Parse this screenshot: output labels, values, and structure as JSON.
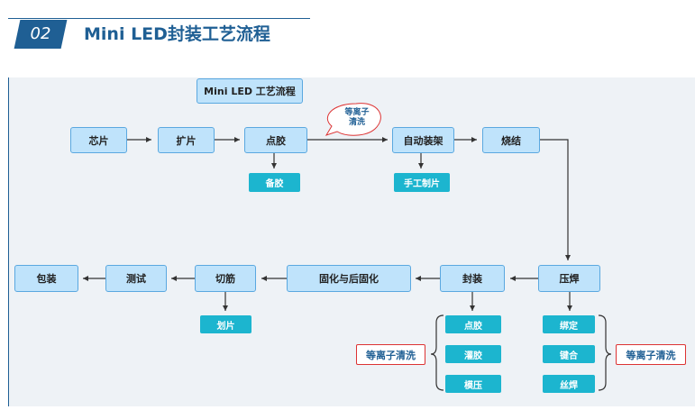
{
  "header": {
    "number": "02",
    "title": "Mini LED封装工艺流程"
  },
  "diagram": {
    "title": "Mini LED 工艺流程",
    "steps": [
      "芯片",
      "扩片",
      "点胶",
      "自动装架",
      "烧结",
      "压焊",
      "封装",
      "固化与后固化",
      "切筋",
      "测试",
      "包装"
    ],
    "sub_steps": {
      "dispensing": "备胶",
      "mounting": "手工制片",
      "trimming": "划片",
      "packaging": [
        "点胶",
        "灌胶",
        "模压"
      ],
      "wire_bonding": [
        "绑定",
        "键合",
        "丝焊"
      ]
    },
    "callout": {
      "line1": "等离子",
      "line2": "清洗"
    },
    "notes": {
      "left": "等离子清洗",
      "right": "等离子清洗"
    },
    "colors": {
      "main_fill": "#bfe3fb",
      "main_border": "#5aa8e0",
      "sub_fill": "#1cb5cf",
      "accent": "#1f5f94",
      "note_border": "#dd3333"
    }
  }
}
